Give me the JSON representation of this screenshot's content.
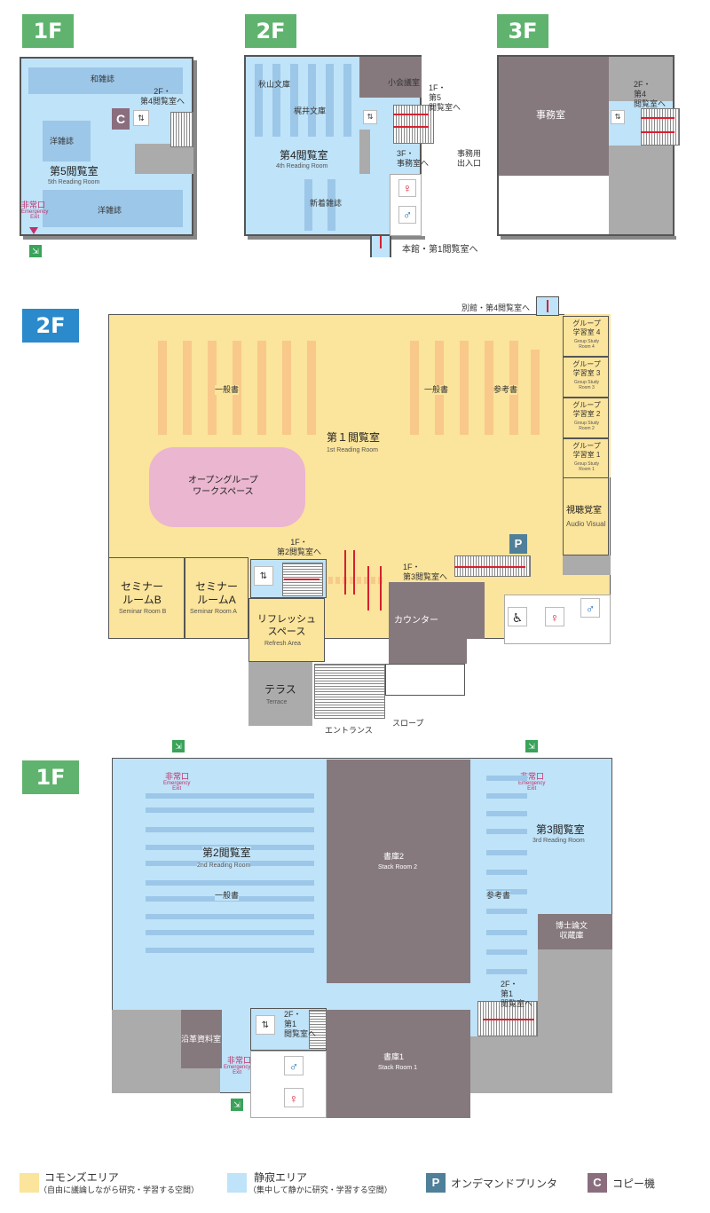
{
  "badges": {
    "annex_1f": "1F",
    "annex_2f": "2F",
    "annex_3f": "3F",
    "main_2f": "2F",
    "main_1f": "1F"
  },
  "colors": {
    "commons": "#fbe49b",
    "quiet": "#bfe3f8",
    "green_badge": "#5fb36e",
    "blue_badge": "#2a8acb",
    "stack": "#86797d",
    "wall": "#555555",
    "stairs_arrow": "#d62030",
    "pink_workspace": "#ebb6d0",
    "printer": "#4f7f99",
    "copier": "#8a6e7e"
  },
  "annex1f": {
    "wa_magazines": "和雑誌",
    "to_2f4": "2F・\n第4閲覧室へ",
    "copier": "C",
    "yo_magazines_1": "洋雑誌",
    "room_jp": "第5閲覧室",
    "room_en": "5th Reading Room",
    "yo_magazines_2": "洋雑誌",
    "exit_jp": "非常口",
    "exit_en": "Emergency\nExit"
  },
  "annex2f": {
    "akiyama": "秋山文庫",
    "kajii": "梶井文庫",
    "meeting": "小会議室",
    "to_1f5": "1F・\n第5\n閲覧室へ",
    "room_jp": "第4閲覧室",
    "room_en": "4th Reading Room",
    "to_3f": "3F・\n事務室へ",
    "staff_entrance": "事務用\n出入口",
    "new_magazines": "新着雑誌",
    "to_main": "本館・第1閲覧室へ"
  },
  "annex3f": {
    "office": "事務室",
    "to_2f4": "2F・\n第4\n閲覧室へ"
  },
  "main2f": {
    "to_annex": "別館・第4閲覧室へ",
    "general_books_1": "一般書",
    "general_books_2": "一般書",
    "reference_books": "参考書",
    "room_jp": "第１閲覧室",
    "room_en": "1st Reading Room",
    "group_rooms": [
      {
        "jp": "グループ\n学習室 4",
        "en": "Group Study\nRoom 4"
      },
      {
        "jp": "グループ\n学習室 3",
        "en": "Group Study\nRoom 3"
      },
      {
        "jp": "グループ\n学習室 2",
        "en": "Group Study\nRoom 2"
      },
      {
        "jp": "グループ\n学習室 1",
        "en": "Group Study\nRoom 1"
      }
    ],
    "open_workspace": "オープングループ\nワークスペース",
    "av_jp": "視聴覚室",
    "av_en": "Audio Visual",
    "to_1f2": "1F・\n第2閲覧室へ",
    "to_1f3": "1F・\n第3閲覧室へ",
    "printer": "P",
    "seminar_b_jp": "セミナー\nルームB",
    "seminar_b_en": "Seminar Room B",
    "seminar_a_jp": "セミナー\nルームA",
    "seminar_a_en": "Seminar Room A",
    "refresh_jp": "リフレッシュ\nスペース",
    "refresh_en": "Refresh Area",
    "counter": "カウンター",
    "terrace_jp": "テラス",
    "terrace_en": "Terrace",
    "entrance": "エントランス",
    "slope": "スロープ"
  },
  "main1f": {
    "exit_left_jp": "非常口",
    "exit_left_en": "Emergency\nExit",
    "exit_right_jp": "非常口",
    "exit_right_en": "Emergency\nExit",
    "room2_jp": "第2閲覧室",
    "room2_en": "2nd Reading Room",
    "general_books": "一般書",
    "stack2_jp": "書庫2",
    "stack2_en": "Stack Room 2",
    "room3_jp": "第3閲覧室",
    "room3_en": "3rd Reading Room",
    "reference_books": "参考書",
    "thesis": "博士論文\n収蔵庫",
    "to_2f1_right": "2F・\n第1\n閲覧室へ",
    "history": "沿革資料室",
    "exit_bottom_jp": "非常口",
    "exit_bottom_en": "Emergency\nExit",
    "to_2f1_left": "2F・\n第1\n閲覧室へ",
    "stack1_jp": "書庫1",
    "stack1_en": "Stack Room 1"
  },
  "legend": {
    "commons_title": "コモンズエリア",
    "commons_sub": "（自由に議論しながら研究・学習する空間）",
    "quiet_title": "静寂エリア",
    "quiet_sub": "（集中して静かに研究・学習する空間）",
    "printer_icon": "P",
    "printer_label": "オンデマンドプリンタ",
    "copier_icon": "C",
    "copier_label": "コピー機"
  }
}
